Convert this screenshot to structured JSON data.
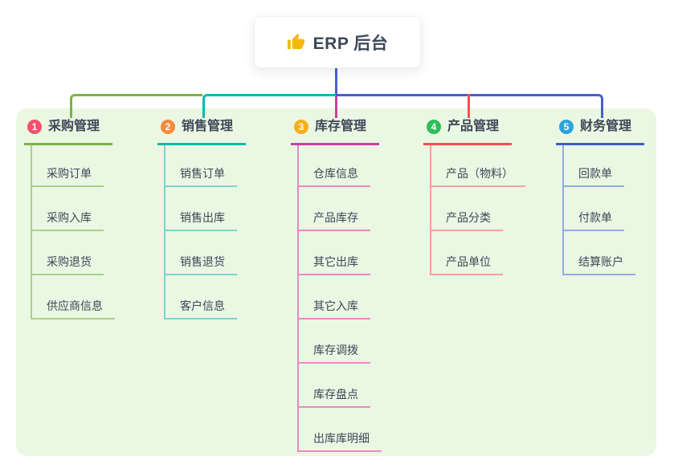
{
  "app": {
    "background": "#ffffff",
    "panel_background": "#EAF7E3",
    "text_color": "#3D4757"
  },
  "root": {
    "label": "ERP 后台",
    "icon": "thumbs-up-icon",
    "icon_color": "#F5B811",
    "line_color": "#4A5ED0"
  },
  "branches": [
    {
      "number": "1",
      "label": "采购管理",
      "badge_color": "#F4516C",
      "line_color": "#7CB342",
      "child_line_color": "#A9D284",
      "children": [
        "采购订单",
        "采购入库",
        "采购退货",
        "供应商信息"
      ]
    },
    {
      "number": "2",
      "label": "销售管理",
      "badge_color": "#F78B3C",
      "line_color": "#00BCB0",
      "child_line_color": "#7BD5CC",
      "children": [
        "销售订单",
        "销售出库",
        "销售退货",
        "客户信息"
      ]
    },
    {
      "number": "3",
      "label": "库存管理",
      "badge_color": "#FBAE17",
      "line_color": "#CE3DA2",
      "child_line_color": "#EF86C5",
      "children": [
        "仓库信息",
        "产品库存",
        "其它出库",
        "其它入库",
        "库存调拨",
        "库存盘点",
        "出库库明细"
      ]
    },
    {
      "number": "4",
      "label": "产品管理",
      "badge_color": "#2FBE57",
      "line_color": "#F05152",
      "child_line_color": "#F5A2A0",
      "children": [
        "产品（物料）",
        "产品分类",
        "产品单位"
      ]
    },
    {
      "number": "5",
      "label": "财务管理",
      "badge_color": "#2BA4DC",
      "line_color": "#3E5BC6",
      "child_line_color": "#93ABE3",
      "children": [
        "回款单",
        "付款单",
        "结算账户"
      ]
    }
  ]
}
